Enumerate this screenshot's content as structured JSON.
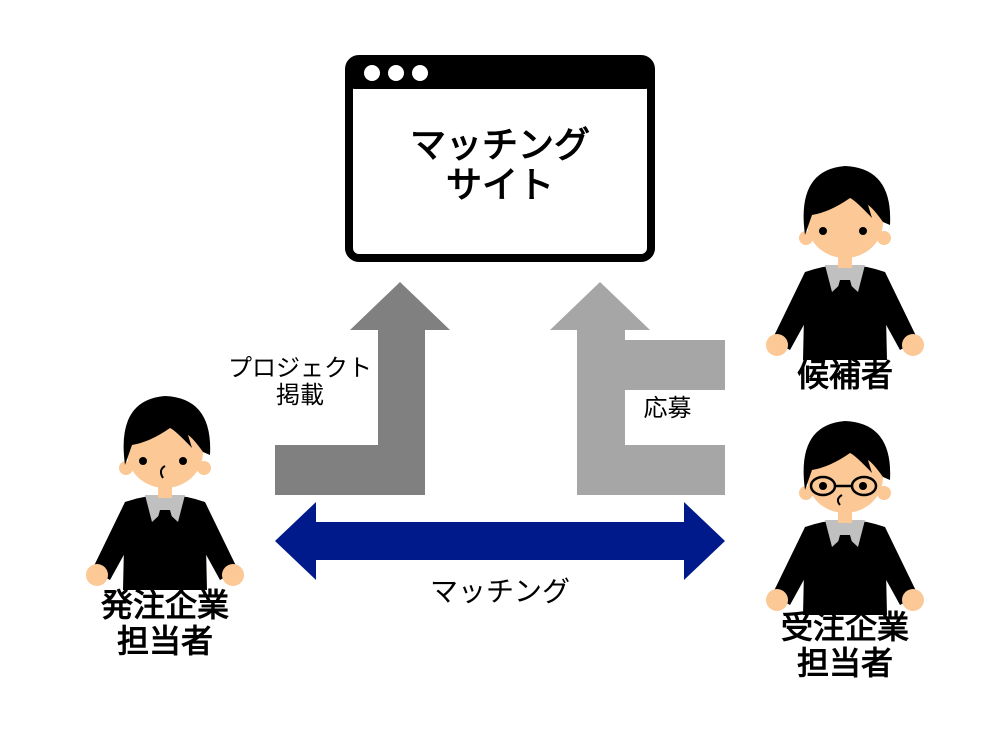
{
  "site": {
    "title_line1": "マッチング",
    "title_line2": "サイト"
  },
  "arrows": {
    "post_label_line1": "プロジェクト",
    "post_label_line2": "掲載",
    "apply_label": "応募",
    "matching_label": "マッチング"
  },
  "people": {
    "client": {
      "line1": "発注企業",
      "line2": "担当者"
    },
    "candidate": {
      "line1": "候補者"
    },
    "contractor": {
      "line1": "受注企業",
      "line2": "担当者"
    }
  },
  "colors": {
    "post_arrow": "#808080",
    "apply_arrow": "#a6a6a6",
    "matching_arrow": "#001a8c",
    "skin": "#fbc896"
  }
}
